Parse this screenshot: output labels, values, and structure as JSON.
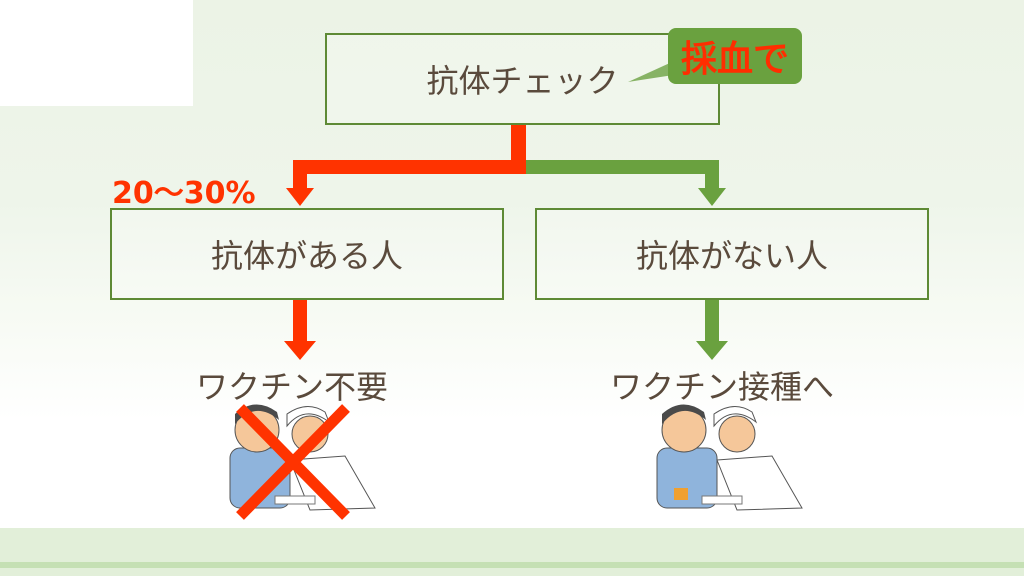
{
  "top_box": {
    "label": "抗体チェック"
  },
  "callout": {
    "label": "採血で"
  },
  "percentage": "20～30%",
  "left_box": {
    "label": "抗体がある人"
  },
  "right_box": {
    "label": "抗体がない人"
  },
  "left_result": "ワクチン不要",
  "right_result": "ワクチン接種へ",
  "colors": {
    "red": "#ff3300",
    "green": "#6aa13f",
    "border": "#5e8a35",
    "text": "#5a4a3c"
  }
}
